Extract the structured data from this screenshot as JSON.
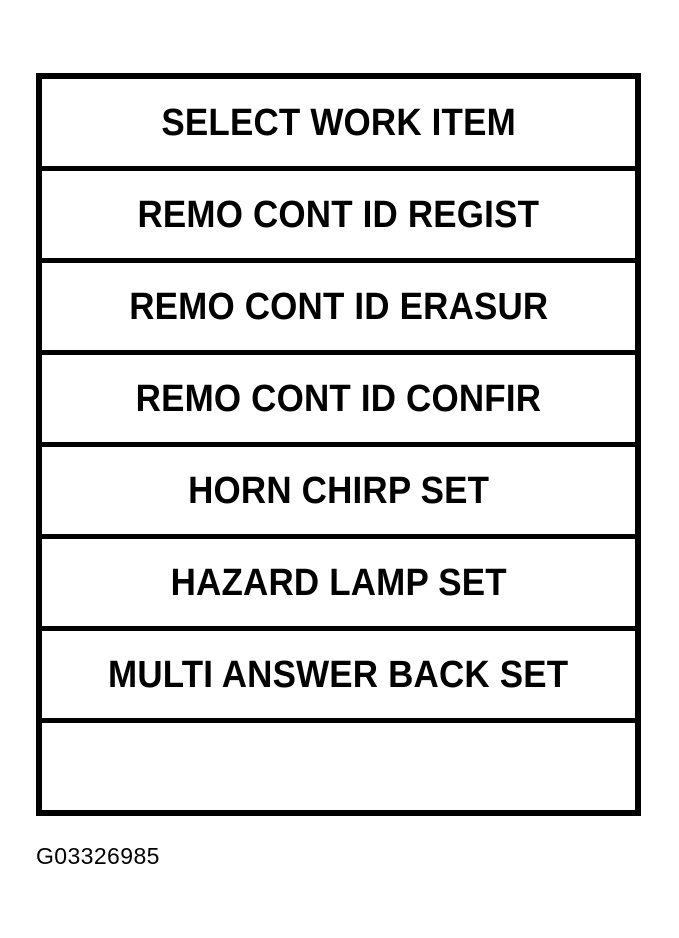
{
  "figure": {
    "caption": "G03326985",
    "border_color": "#000000",
    "background_color": "#ffffff",
    "text_color": "#000000"
  },
  "menu": {
    "title": "SELECT WORK ITEM",
    "rows": [
      {
        "label": "SELECT WORK ITEM",
        "empty": false
      },
      {
        "label": "REMO CONT ID REGIST",
        "empty": false
      },
      {
        "label": "REMO CONT ID ERASUR",
        "empty": false
      },
      {
        "label": "REMO CONT ID CONFIR",
        "empty": false
      },
      {
        "label": "HORN CHIRP SET",
        "empty": false
      },
      {
        "label": "HAZARD LAMP SET",
        "empty": false
      },
      {
        "label": "MULTI ANSWER BACK SET",
        "empty": false
      },
      {
        "label": "",
        "empty": true
      }
    ]
  }
}
